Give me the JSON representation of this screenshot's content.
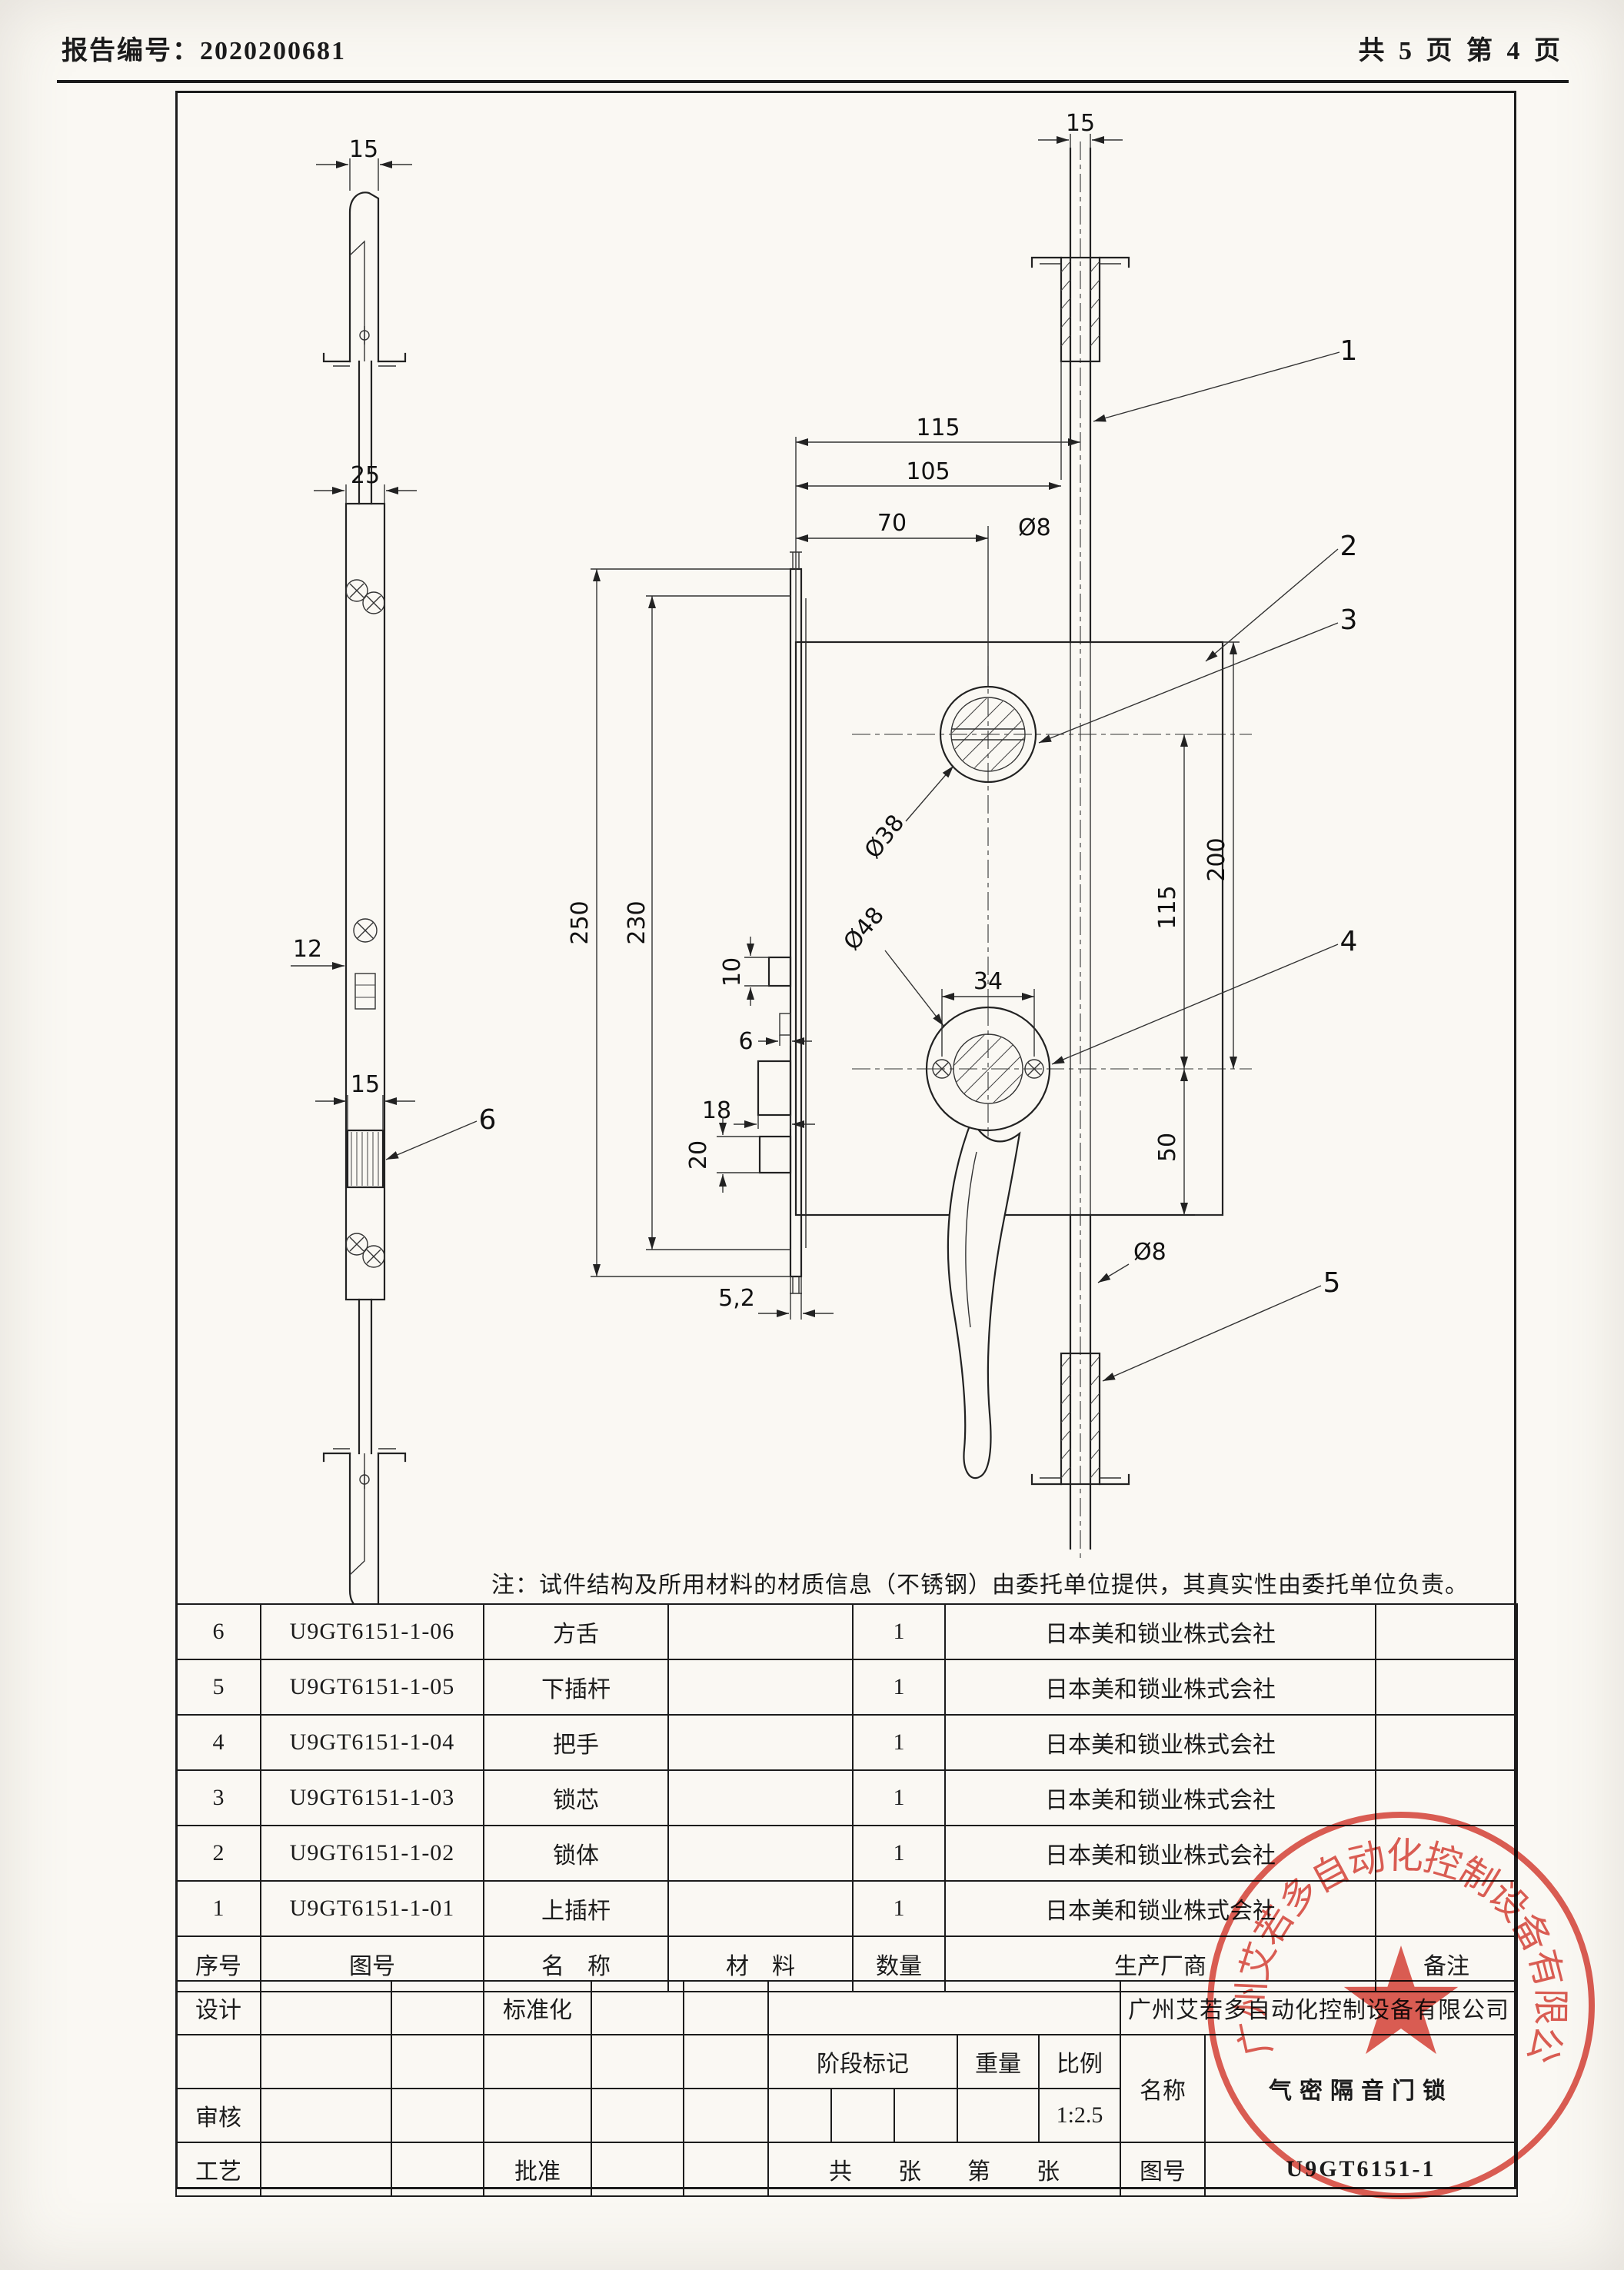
{
  "page": {
    "report_no": "报告编号：2020200681",
    "page_info": "共 5 页 第 4 页"
  },
  "note": "注：试件结构及所用材料的材质信息（不锈钢）由委托单位提供，其真实性由委托单位负责。",
  "drawing": {
    "dims": {
      "left_rod_w": "15",
      "plate_w": "25",
      "strike_w": "12",
      "bolt_w": "15",
      "body_h": "250",
      "inner_h": "230",
      "aux_h": "10",
      "aux_d": "6",
      "latch_d": "18",
      "bolt_h": "20",
      "plate_t": "5,2",
      "rod_w_top": "15",
      "w115": "115",
      "w105": "105",
      "w70": "70",
      "rod_dia": "Ø8",
      "cyl_dia": "Ø38",
      "hub_dia": "Ø48",
      "screw_span": "34",
      "h115": "115",
      "h200": "200",
      "h50": "50",
      "rod_dia2": "Ø8"
    },
    "callouts": {
      "c1": "1",
      "c2": "2",
      "c3": "3",
      "c4": "4",
      "c5": "5",
      "c6": "6"
    }
  },
  "bom": {
    "header": {
      "seq": "序号",
      "code": "图号",
      "name": "名　称",
      "material": "材　料",
      "qty": "数量",
      "manufacturer": "生产厂商",
      "remark": "备注"
    },
    "rows": [
      {
        "seq": "6",
        "code": "U9GT6151-1-06",
        "name": "方舌",
        "material": "",
        "qty": "1",
        "manufacturer": "日本美和锁业株式会社",
        "remark": ""
      },
      {
        "seq": "5",
        "code": "U9GT6151-1-05",
        "name": "下插杆",
        "material": "",
        "qty": "1",
        "manufacturer": "日本美和锁业株式会社",
        "remark": ""
      },
      {
        "seq": "4",
        "code": "U9GT6151-1-04",
        "name": "把手",
        "material": "",
        "qty": "1",
        "manufacturer": "日本美和锁业株式会社",
        "remark": ""
      },
      {
        "seq": "3",
        "code": "U9GT6151-1-03",
        "name": "锁芯",
        "material": "",
        "qty": "1",
        "manufacturer": "日本美和锁业株式会社",
        "remark": ""
      },
      {
        "seq": "2",
        "code": "U9GT6151-1-02",
        "name": "锁体",
        "material": "",
        "qty": "1",
        "manufacturer": "日本美和锁业株式会社",
        "remark": ""
      },
      {
        "seq": "1",
        "code": "U9GT6151-1-01",
        "name": "上插杆",
        "material": "",
        "qty": "1",
        "manufacturer": "日本美和锁业株式会社",
        "remark": ""
      }
    ]
  },
  "title_block": {
    "design_label": "设计",
    "standardization_label": "标准化",
    "review_label": "审核",
    "process_label": "工艺",
    "approve_label": "批准",
    "stage_mark_label": "阶段标记",
    "weight_label": "重量",
    "scale_label": "比例",
    "scale_value": "1:2.5",
    "sheets_label": "共　　张　　第　　张",
    "company": "广州艾若多自动化控制设备有限公司",
    "name_label": "名称",
    "name_value": "气密隔音门锁",
    "drawing_no_label": "图号",
    "drawing_no_value": "U9GT6151-1"
  },
  "stamp": {
    "company": "广州艾若多自动化控制设备有限公司"
  }
}
